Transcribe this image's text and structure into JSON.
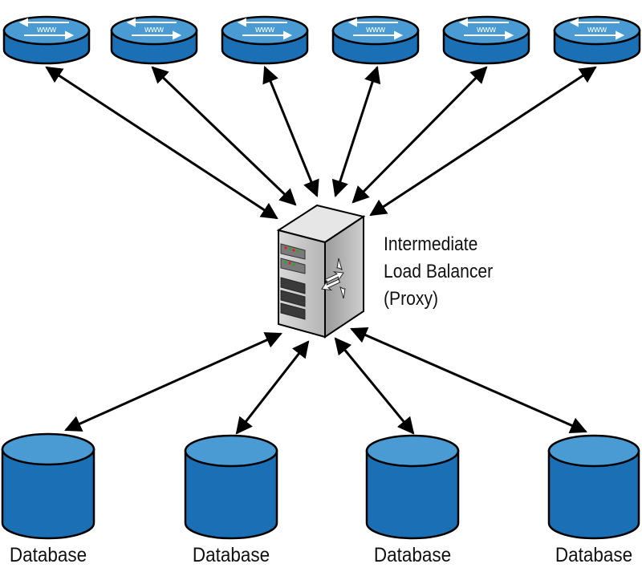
{
  "routers": [
    {
      "label": "www"
    },
    {
      "label": "www"
    },
    {
      "label": "www"
    },
    {
      "label": "www"
    },
    {
      "label": "www"
    },
    {
      "label": "www"
    }
  ],
  "load_balancer": {
    "lines": [
      "Intermediate",
      "Load Balancer",
      "(Proxy)"
    ]
  },
  "databases": [
    {
      "label": "Database"
    },
    {
      "label": "Database"
    },
    {
      "label": "Database"
    },
    {
      "label": "Database"
    }
  ],
  "colors": {
    "device_top": "#4a9ad4",
    "device_side": "#1a6fb5",
    "device_outline": "#000000",
    "server_body": "#a8a8a8",
    "arrow": "#000000"
  }
}
